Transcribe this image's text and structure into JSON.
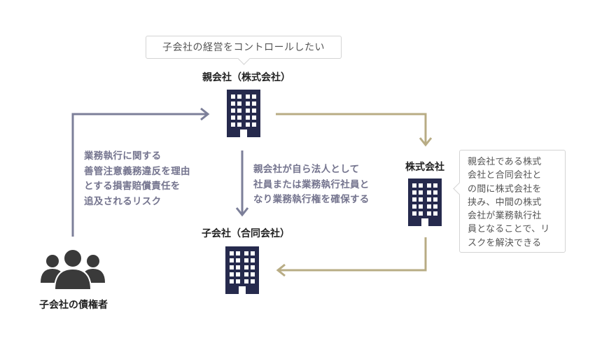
{
  "colors": {
    "navy": "#262a4d",
    "purple_arrow": "#7c7f99",
    "gold_arrow": "#b8ac84",
    "people": "#3a3a3a"
  },
  "bubble_top": {
    "text": "子会社の経営をコントロールしたい"
  },
  "bubble_right": {
    "text": "親会社である株式\n会社と合同会社と\nの間に株式会社を\n挟み、中間の株式\n会社が業務執行社\n員となることで、リ\nスクを解決できる"
  },
  "nodes": {
    "parent": {
      "label": "親会社（株式会社）",
      "icon": "building-icon"
    },
    "middle": {
      "label": "株式会社",
      "icon": "building-icon"
    },
    "child": {
      "label": "子会社（合同会社）",
      "icon": "building-icon"
    },
    "creditors": {
      "label": "子会社の債権者",
      "icon": "people-icon"
    }
  },
  "texts": {
    "left_risk": "業務執行に関する\n善管注意義務違反を理由\nとする損害賠償責任を\n追及されるリスク",
    "center_secure": "親会社が自ら法人として\n社員または業務執行社員と\nなり業務執行権を確保する"
  }
}
